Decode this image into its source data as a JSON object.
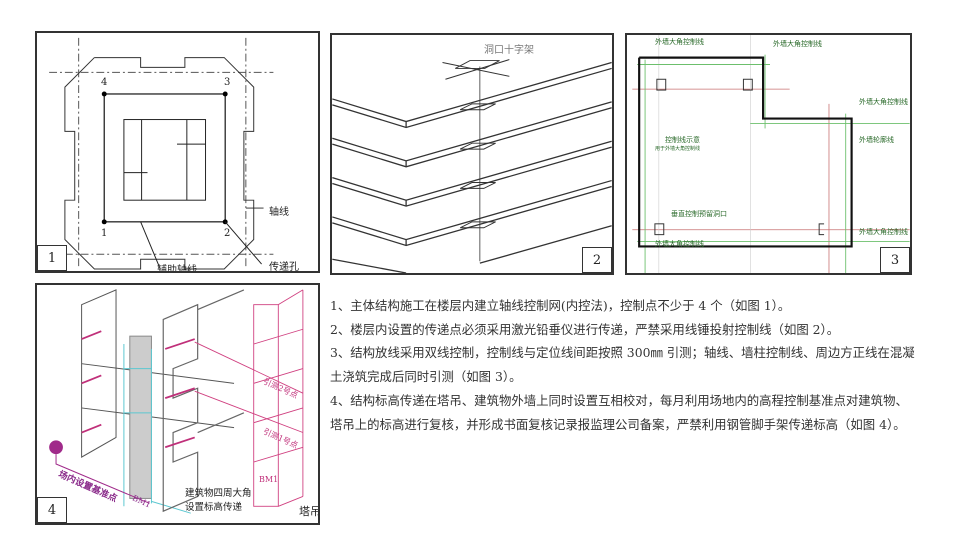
{
  "figure1": {
    "number": "1",
    "points": [
      "1",
      "2",
      "3",
      "4"
    ],
    "axis_label": "轴线",
    "aux_axis_label": "辅助轴线",
    "hole_label": "传递孔"
  },
  "figure2": {
    "number": "2",
    "title": "洞口十字架"
  },
  "figure3": {
    "number": "3",
    "labels": [
      "外墙大角控制线",
      "外墙大角控制线",
      "外墙大角控制线",
      "外墙轮廓线",
      "控制线示意",
      "用于外墙大角控制线",
      "垂直控制预留洞口",
      "外墙大角控制线",
      "外墙大角控制线"
    ]
  },
  "figure4": {
    "number": "4",
    "site_benchmark": "场内设置基准点",
    "bm_label": "BM1",
    "bm_tower": "BM1",
    "lead2": "引测2号点",
    "lead1": "引测1号点",
    "corner_note_1": "建筑物四周大角",
    "corner_note_2": "设置标高传递",
    "tower_crane": "塔吊"
  },
  "text": {
    "items": [
      "1、主体结构施工在楼层内建立轴线控制网(内控法)，控制点不少于 4 个（如图 1）。",
      "2、楼层内设置的传递点必须采用激光铅垂仪进行传递，严禁采用线锤投射控制线（如图 2）。",
      "3、结构放线采用双线控制，控制线与定位线间距按照 300㎜ 引测；轴线、墙柱控制线、周边方正线在混凝土浇筑完成后同时引测（如图 3）。",
      "4、结构标高传递在塔吊、建筑物外墙上同时设置互相校对，每月利用场地内的高程控制基准点对建筑物、塔吊上的标高进行复核，并形成书面复核记录报监理公司备案，严禁利用钢管脚手架传递标高（如图 4）。"
    ]
  }
}
